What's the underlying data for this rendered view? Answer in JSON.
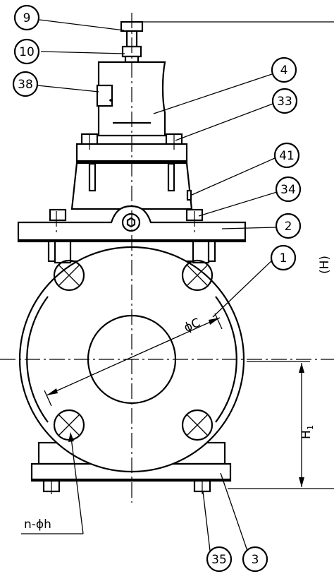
{
  "callouts": {
    "c9": "9",
    "c10": "10",
    "c38": "38",
    "c4": "4",
    "c33": "33",
    "c41": "41",
    "c34": "34",
    "c2": "2",
    "c1": "1",
    "c35": "35",
    "c3": "3"
  },
  "dimensions": {
    "phi_c": "ϕC",
    "h1": "H",
    "h1_sub": "1",
    "h_total": "(H)",
    "bolt_holes": "n-ϕh"
  }
}
